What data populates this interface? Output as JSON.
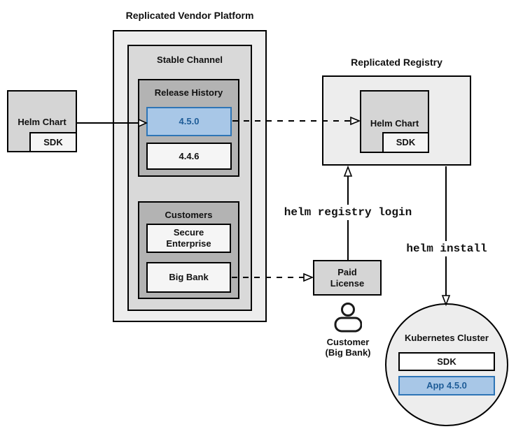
{
  "colors": {
    "box_light": "#EDEDED",
    "box_medium": "#D9D9D9",
    "box_dark": "#B3B3B3",
    "box_item": "#F5F5F5",
    "box_gray": "#D5D5D5",
    "blue_fill": "#A8C7E7",
    "blue_border": "#2E75B6",
    "blue_text": "#1E5C97"
  },
  "vendor_platform": {
    "title": "Replicated Vendor Platform",
    "stable_channel": {
      "title": "Stable Channel",
      "release_history": {
        "title": "Release History",
        "releases": [
          {
            "version": "4.5.0",
            "highlighted": true
          },
          {
            "version": "4.4.6",
            "highlighted": false
          }
        ]
      },
      "customers": {
        "title": "Customers",
        "items": [
          "Secure Enterprise",
          "Big Bank"
        ]
      }
    }
  },
  "source_chart": {
    "label": "Helm Chart",
    "sdk": "SDK"
  },
  "registry": {
    "title": "Replicated Registry",
    "helm_chart": {
      "label": "Helm Chart",
      "sdk": "SDK"
    }
  },
  "commands": {
    "registry_login": "helm registry login",
    "install": "helm install"
  },
  "paid_license": {
    "label": "Paid License"
  },
  "customer": {
    "line1": "Customer",
    "line2": "(Big Bank)"
  },
  "cluster": {
    "title": "Kubernetes Cluster",
    "sdk": "SDK",
    "app": "App 4.5.0"
  }
}
